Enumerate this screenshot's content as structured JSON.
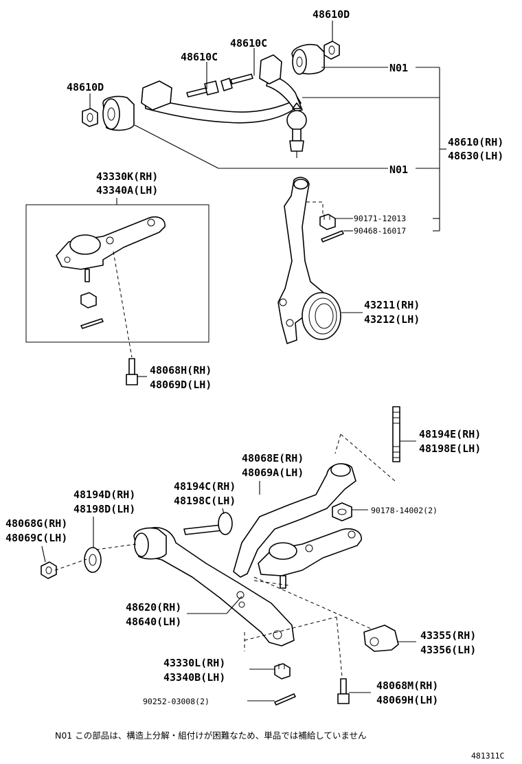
{
  "labels": {
    "p48610d_top": "48610D",
    "p48610c_a": "48610C",
    "p48610c_b": "48610C",
    "p48610d_left": "48610D",
    "n01_top": "N01",
    "n01_mid": "N01",
    "p48610_rh": "48610(RH)",
    "p48630_lh": "48630(LH)",
    "p43330k_rh": "43330K(RH)",
    "p43340a_lh": "43340A(LH)",
    "p90171": "90171-12013",
    "p90468": "90468-16017",
    "p43211_rh": "43211(RH)",
    "p43212_lh": "43212(LH)",
    "p48068h_rh": "48068H(RH)",
    "p48069d_lh": "48069D(LH)",
    "p48194e_rh": "48194E(RH)",
    "p48198e_lh": "48198E(LH)",
    "p48068e_rh": "48068E(RH)",
    "p48069a_lh": "48069A(LH)",
    "p48194d_rh": "48194D(RH)",
    "p48198d_lh": "48198D(LH)",
    "p48194c_rh": "48194C(RH)",
    "p48198c_lh": "48198C(LH)",
    "p90178": "90178-14002(2)",
    "p48068g_rh": "48068G(RH)",
    "p48069c_lh": "48069C(LH)",
    "p48620_rh": "48620(RH)",
    "p48640_lh": "48640(LH)",
    "p43355_rh": "43355(RH)",
    "p43356_lh": "43356(LH)",
    "p43330l_rh": "43330L(RH)",
    "p43340b_lh": "43340B(LH)",
    "p48068m_rh": "48068M(RH)",
    "p48069h_lh": "48069H(LH)",
    "p90252": "90252-03008(2)"
  },
  "footnote": "N01 この部品は、構造上分解・組付けが困難なため、単品では補給していません",
  "diagram_code": "481311C"
}
